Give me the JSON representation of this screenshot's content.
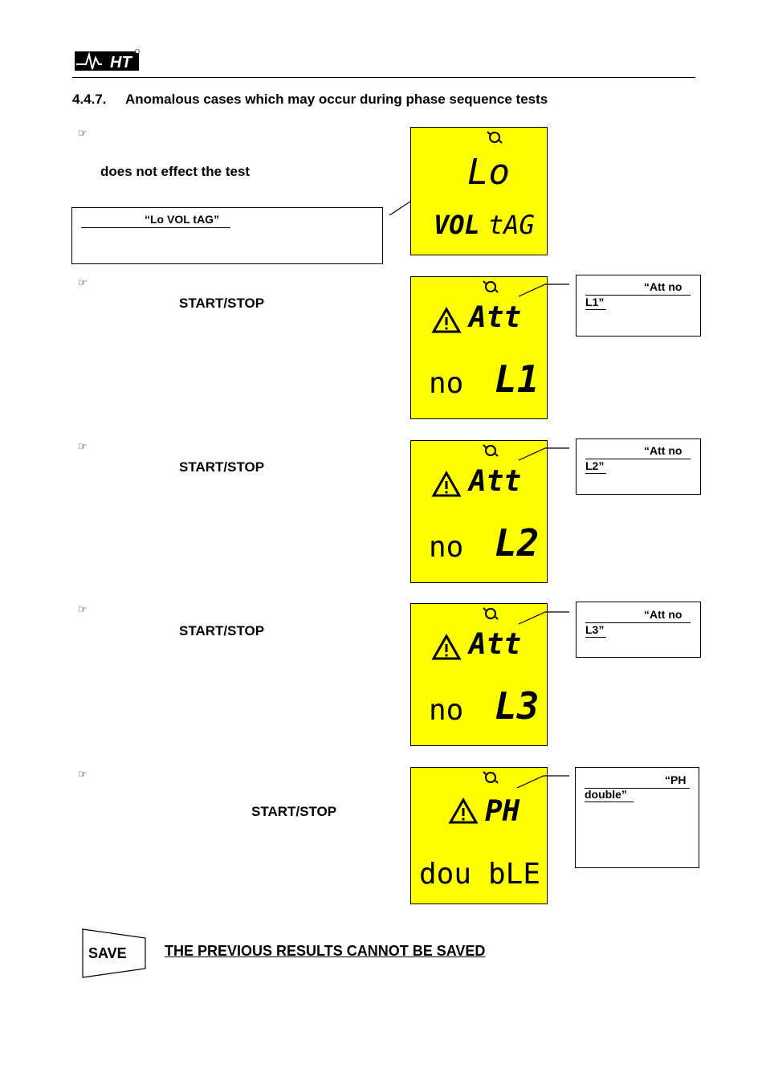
{
  "heading": {
    "number": "4.4.7.",
    "title": "Anomalous cases which may occur during phase sequence tests"
  },
  "case1": {
    "line": "does  not  effect  the  test",
    "note": "“Lo VOL tAG”",
    "lcd_top": "Lo",
    "lcd_bottom_left": "VOL",
    "lcd_bottom_right": "tAG"
  },
  "case2": {
    "key": "START/STOP",
    "note_line1": "“Att  no",
    "note_line2": "L1”",
    "lcd_top": "Att",
    "lcd_bottom_left": "no",
    "lcd_bottom_right": "L1"
  },
  "case3": {
    "key": "START/STOP",
    "note_line1": "“Att  no",
    "note_line2": "L2”",
    "lcd_top": "Att",
    "lcd_bottom_left": "no",
    "lcd_bottom_right": "L2"
  },
  "case4": {
    "key": "START/STOP",
    "note_line1": "“Att  no",
    "note_line2": "L3”",
    "lcd_top": "Att",
    "lcd_bottom_left": "no",
    "lcd_bottom_right": "L3"
  },
  "case5": {
    "key": "START/STOP",
    "note_line1": "“PH",
    "note_line2": "double”",
    "lcd_top": "PH",
    "lcd_bottom_left": "dou",
    "lcd_bottom_right": "bLE"
  },
  "save": {
    "label": "SAVE",
    "message": "THE PREVIOUS RESULTS CANNOT BE SAVED"
  },
  "icons": {
    "bullet": "pointing-hand-icon",
    "rotation": "rotation-icon",
    "warning": "warning-icon",
    "logo": "ht-logo"
  },
  "colors": {
    "lcd": "#ffff00",
    "ink": "#000000"
  }
}
